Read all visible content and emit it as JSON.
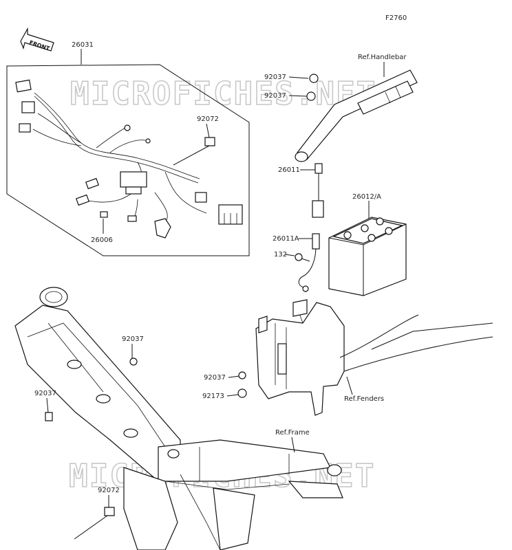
{
  "figure_code": "F2760",
  "front_arrow": "FRONT",
  "watermark": "MICROFICHES.NET",
  "labels": {
    "harness": "26031",
    "clamp_top": "92072",
    "connector": "26006",
    "clip_a": "92037",
    "clip_b": "92037",
    "ref_handlebar": "Ref.Handlebar",
    "fuse_lead": "26011",
    "battery": "26012/A",
    "fuse_holder": "26011A",
    "bolt": "132",
    "clip_frame_right": "92037",
    "clip_frame_left": "92037",
    "clip_bracket": "92037",
    "band": "92173",
    "ref_fenders": "Ref.Fenders",
    "ref_frame": "Ref.Frame",
    "clamp_bottom": "92072"
  }
}
